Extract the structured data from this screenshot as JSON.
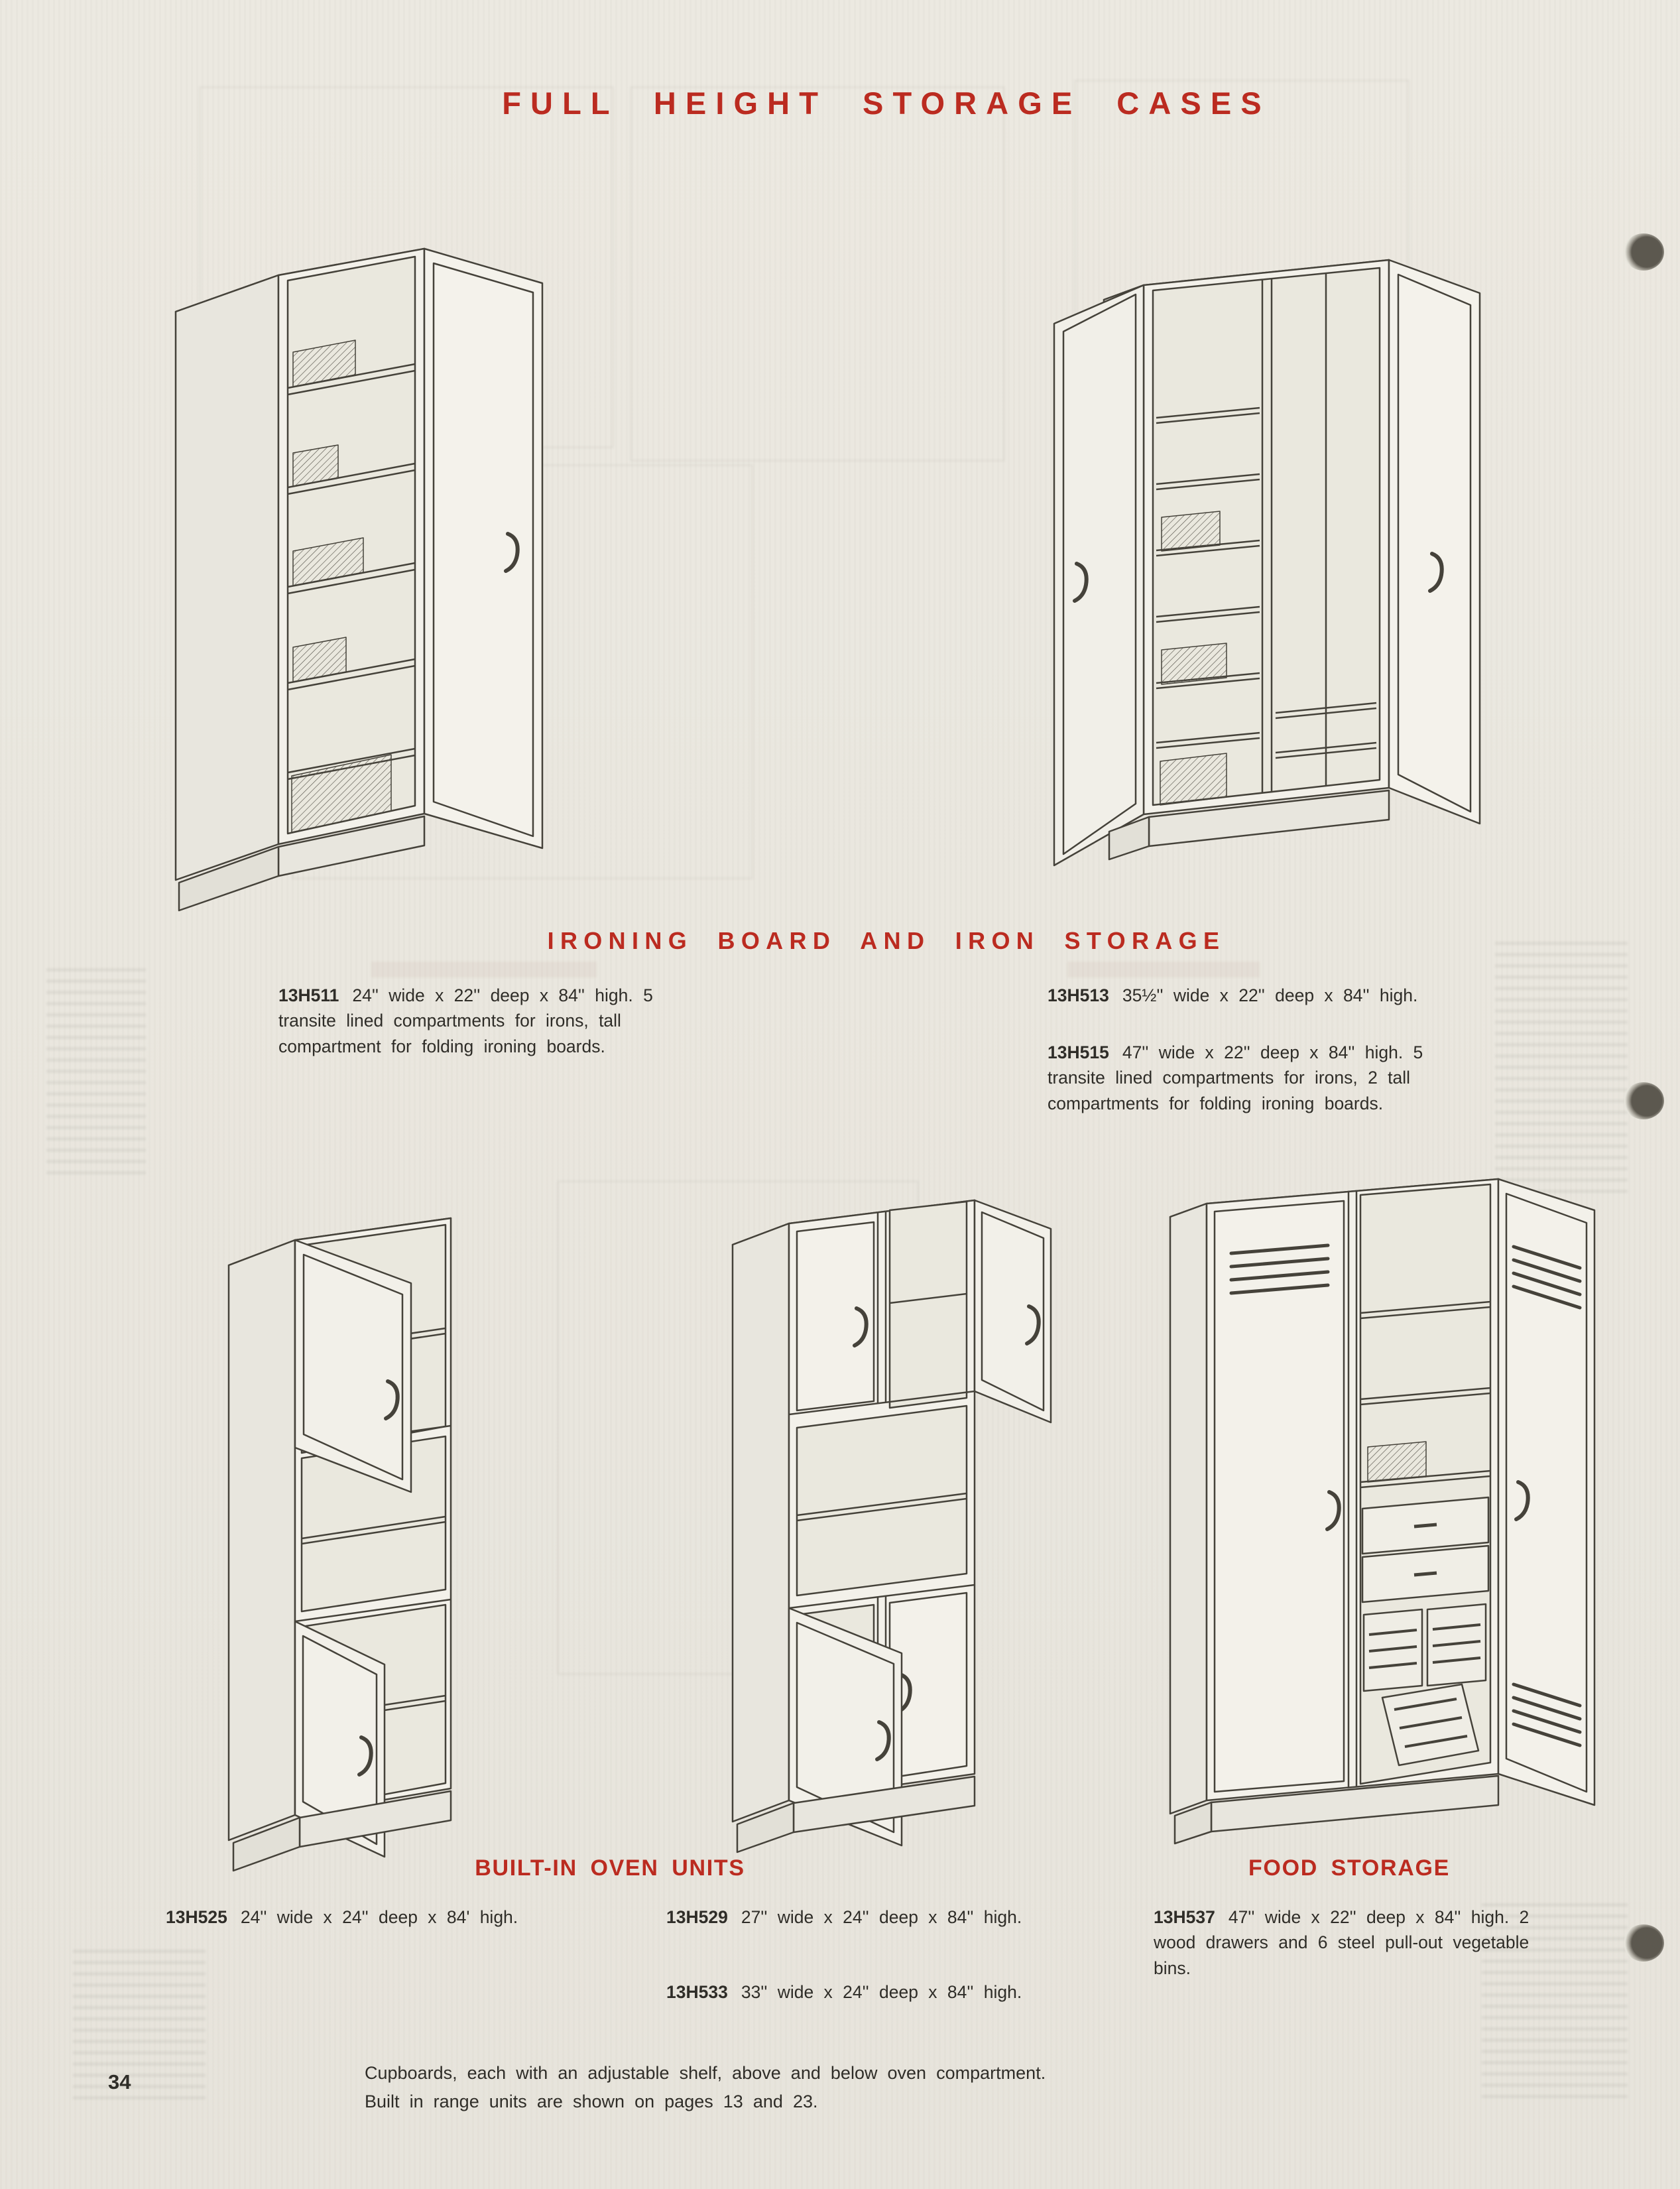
{
  "title": "FULL HEIGHT STORAGE CASES",
  "headings": {
    "ironing": "IRONING BOARD AND IRON STORAGE",
    "oven": "BUILT-IN OVEN UNITS",
    "food": "FOOD STORAGE"
  },
  "products": {
    "h511": {
      "code": "13H511",
      "desc": "24'' wide x 22'' deep x 84'' high. 5 transite lined compartments for irons, tall compartment for folding ironing boards."
    },
    "h513": {
      "code": "13H513",
      "desc": "35½'' wide x 22'' deep x 84'' high."
    },
    "h515": {
      "code": "13H515",
      "desc": "47'' wide x 22'' deep x 84'' high. 5 transite lined compartments for irons, 2 tall compartments for folding ironing boards."
    },
    "h525": {
      "code": "13H525",
      "desc": "24'' wide x 24'' deep x 84' high."
    },
    "h529": {
      "code": "13H529",
      "desc": "27'' wide x 24'' deep x 84'' high."
    },
    "h533": {
      "code": "13H533",
      "desc": "33'' wide x 24'' deep x 84'' high."
    },
    "h537": {
      "code": "13H537",
      "desc": "47'' wide x 22'' deep x 84'' high. 2 wood drawers and 6 steel pull-out vegetable bins."
    }
  },
  "footer": {
    "line1": "Cupboards, each with an adjustable shelf, above and below oven compartment.",
    "line2": "Built in range units are shown on pages 13 and 23."
  },
  "page_number": "34",
  "artifacts": {
    "punch_holes": 3
  },
  "colors": {
    "accent_red": "#bb2b20",
    "paper": "#ebe8e0",
    "ink": "#2f2d28"
  }
}
